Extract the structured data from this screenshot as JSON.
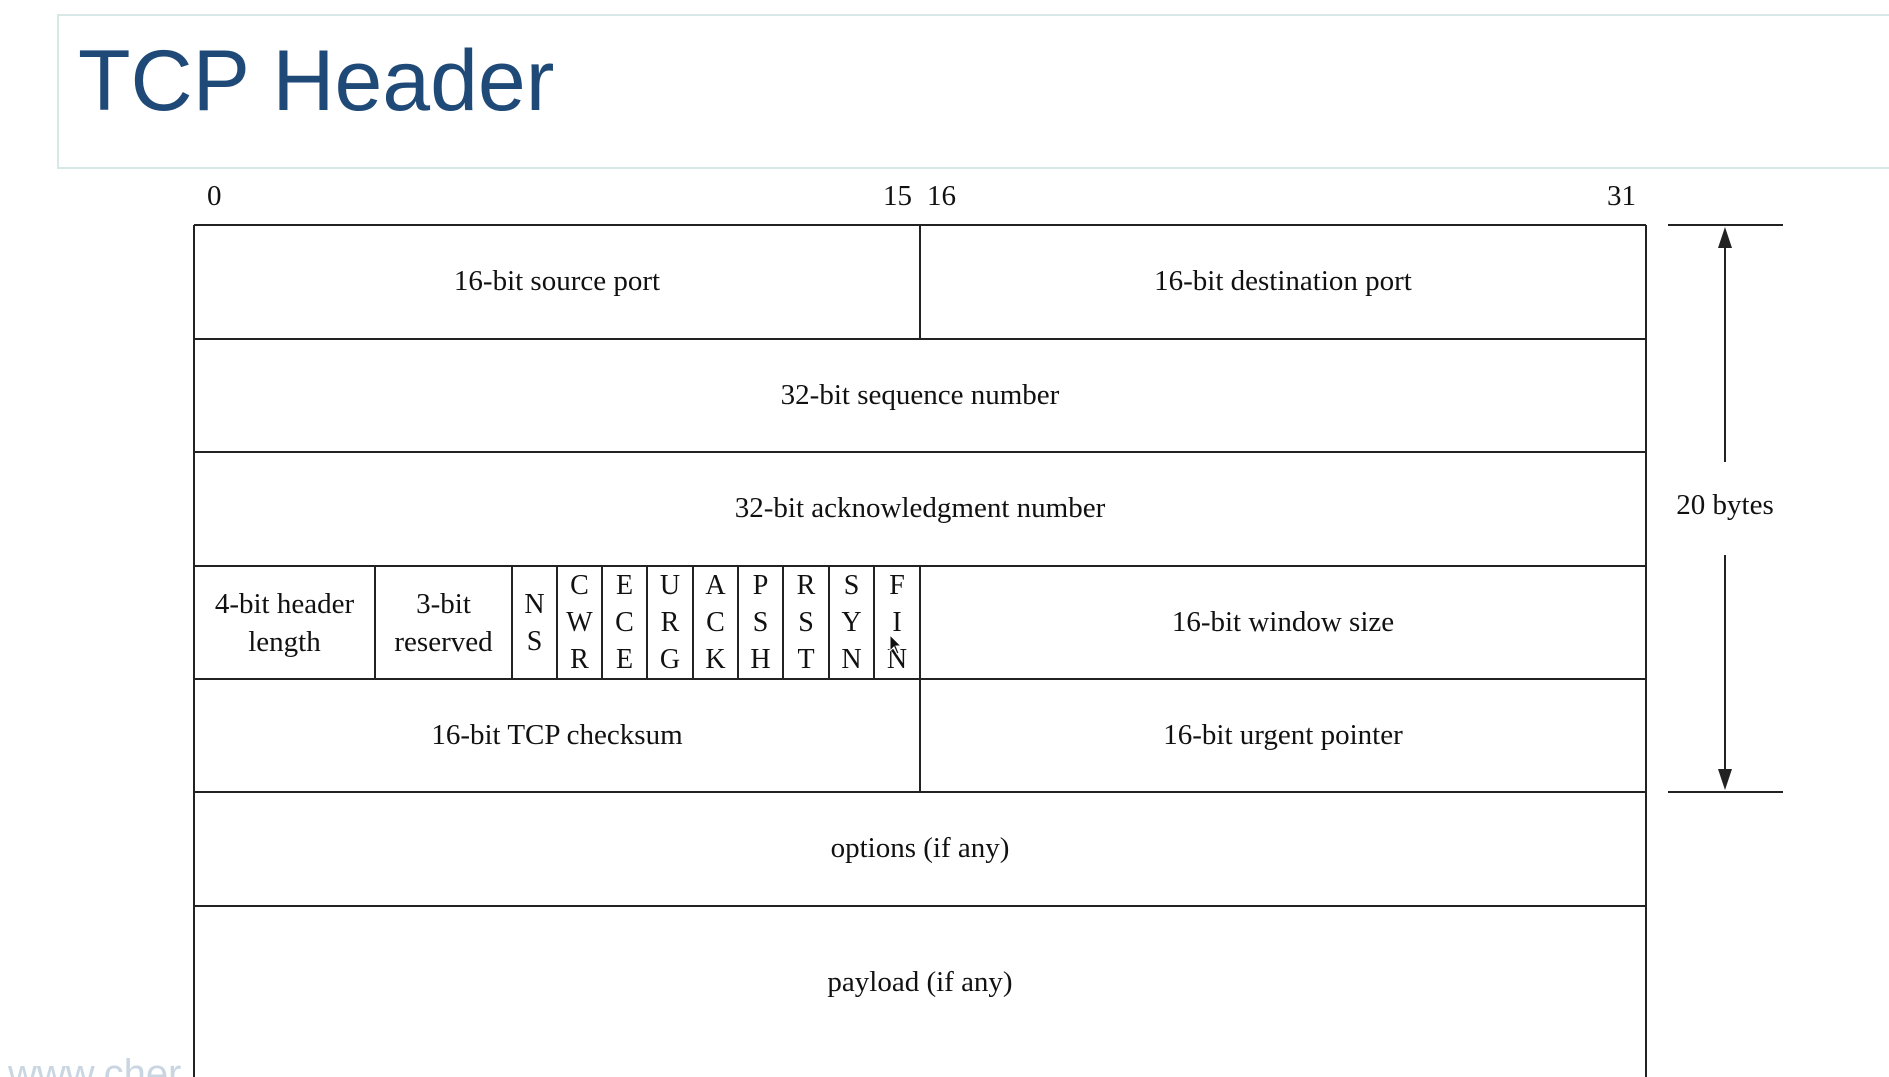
{
  "title": "TCP Header",
  "bit_labels": {
    "b0": "0",
    "b15": "15",
    "b16": "16",
    "b31": "31"
  },
  "fields": {
    "source_port": "16-bit source port",
    "destination_port": "16-bit destination port",
    "sequence_number": "32-bit sequence number",
    "ack_number": "32-bit acknowledgment number",
    "header_length_line1": "4-bit header",
    "header_length_line2": "length",
    "reserved_line1": "3-bit",
    "reserved_line2": "reserved",
    "window_size": "16-bit window size",
    "checksum": "16-bit TCP checksum",
    "urgent_pointer": "16-bit urgent pointer",
    "options": "options (if any)",
    "payload": "payload (if any)"
  },
  "flags": [
    {
      "letters": [
        "N",
        "S"
      ]
    },
    {
      "letters": [
        "C",
        "W",
        "R"
      ]
    },
    {
      "letters": [
        "E",
        "C",
        "E"
      ]
    },
    {
      "letters": [
        "U",
        "R",
        "G"
      ]
    },
    {
      "letters": [
        "A",
        "C",
        "K"
      ]
    },
    {
      "letters": [
        "P",
        "S",
        "H"
      ]
    },
    {
      "letters": [
        "R",
        "S",
        "T"
      ]
    },
    {
      "letters": [
        "S",
        "Y",
        "N"
      ]
    },
    {
      "letters": [
        "F",
        "I",
        "N"
      ]
    }
  ],
  "header_size_label": "20 bytes",
  "colors": {
    "title": "#1f4a78",
    "title_border": "#d7e8e6",
    "lines": "#222222"
  }
}
